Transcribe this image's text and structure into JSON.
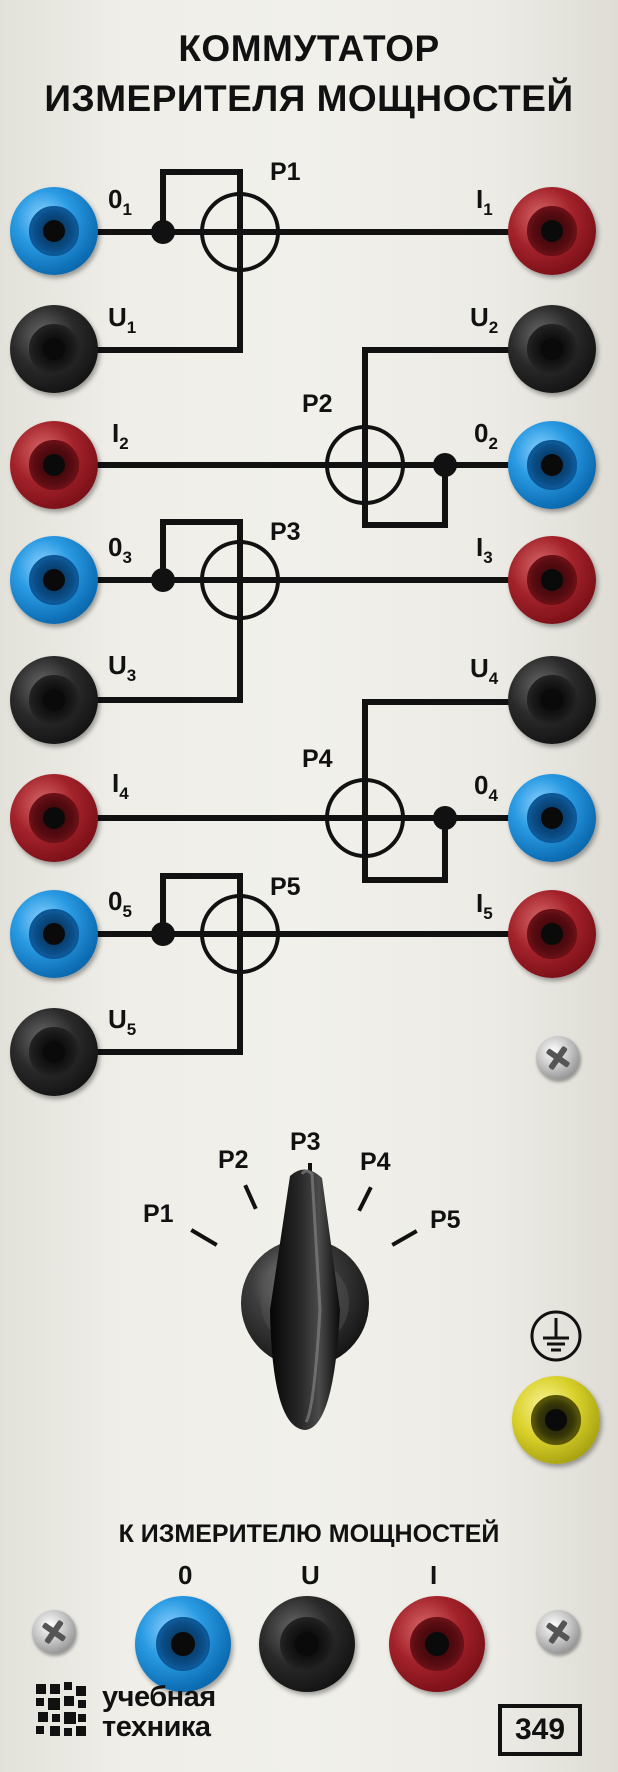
{
  "title": {
    "line1": "КОММУТАТОР",
    "line2": "ИЗМЕРИТЕЛЯ МОЩНОСТЕЙ"
  },
  "meters": [
    {
      "name": "P1",
      "left": {
        "terminal": "0",
        "sub": "1"
      },
      "left2": {
        "terminal": "U",
        "sub": "1"
      },
      "right": {
        "terminal": "I",
        "sub": "1"
      }
    },
    {
      "name": "P2",
      "left": {
        "terminal": "I",
        "sub": "2"
      },
      "right_top": {
        "terminal": "U",
        "sub": "2"
      },
      "right": {
        "terminal": "0",
        "sub": "2"
      }
    },
    {
      "name": "P3",
      "left": {
        "terminal": "0",
        "sub": "3"
      },
      "left2": {
        "terminal": "U",
        "sub": "3"
      },
      "right": {
        "terminal": "I",
        "sub": "3"
      }
    },
    {
      "name": "P4",
      "left": {
        "terminal": "I",
        "sub": "4"
      },
      "right_top": {
        "terminal": "U",
        "sub": "4"
      },
      "right": {
        "terminal": "0",
        "sub": "4"
      }
    },
    {
      "name": "P5",
      "left": {
        "terminal": "0",
        "sub": "5"
      },
      "left2": {
        "terminal": "U",
        "sub": "5"
      },
      "right": {
        "terminal": "I",
        "sub": "5"
      }
    }
  ],
  "selector": {
    "positions": [
      "P1",
      "P2",
      "P3",
      "P4",
      "P5"
    ],
    "selected": "P3"
  },
  "ground_symbol": "ground-icon",
  "output": {
    "label": "К ИЗМЕРИТЕЛЮ МОЩНОСТЕЙ",
    "terminals": [
      "0",
      "U",
      "I"
    ]
  },
  "brand": {
    "line1": "учебная",
    "line2": "техника"
  },
  "module_number": "349",
  "colors": {
    "blue_jack": "#1a86d4",
    "red_jack": "#8e1820",
    "black_jack": "#141414",
    "yellow_jack": "#d6cf25"
  }
}
